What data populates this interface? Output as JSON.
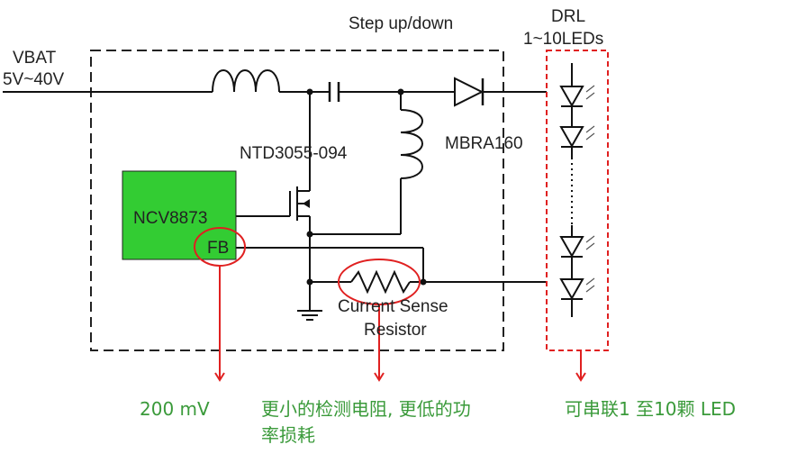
{
  "labels": {
    "title": "Step up/down",
    "drl_line1": "DRL",
    "drl_line2": "1~10LEDs",
    "vbat_line1": "VBAT",
    "vbat_line2": "5V~40V",
    "mosfet": "NTD3055-094",
    "diode": "MBRA160",
    "controller": "NCV8873",
    "fb_pin": "FB",
    "resistor_line1": "Current Sense",
    "resistor_line2": "Resistor"
  },
  "annotations": {
    "fb_voltage": "200 mV",
    "resistor_note_line1": "更小的检测电阻, 更低的功",
    "resistor_note_line2": "率损耗",
    "led_note": "可串联1 至10颗 LED"
  },
  "colors": {
    "wire": "#111111",
    "controller_fill": "#33cc33",
    "highlight": "#e02020",
    "note_text": "#3a9a3a"
  }
}
